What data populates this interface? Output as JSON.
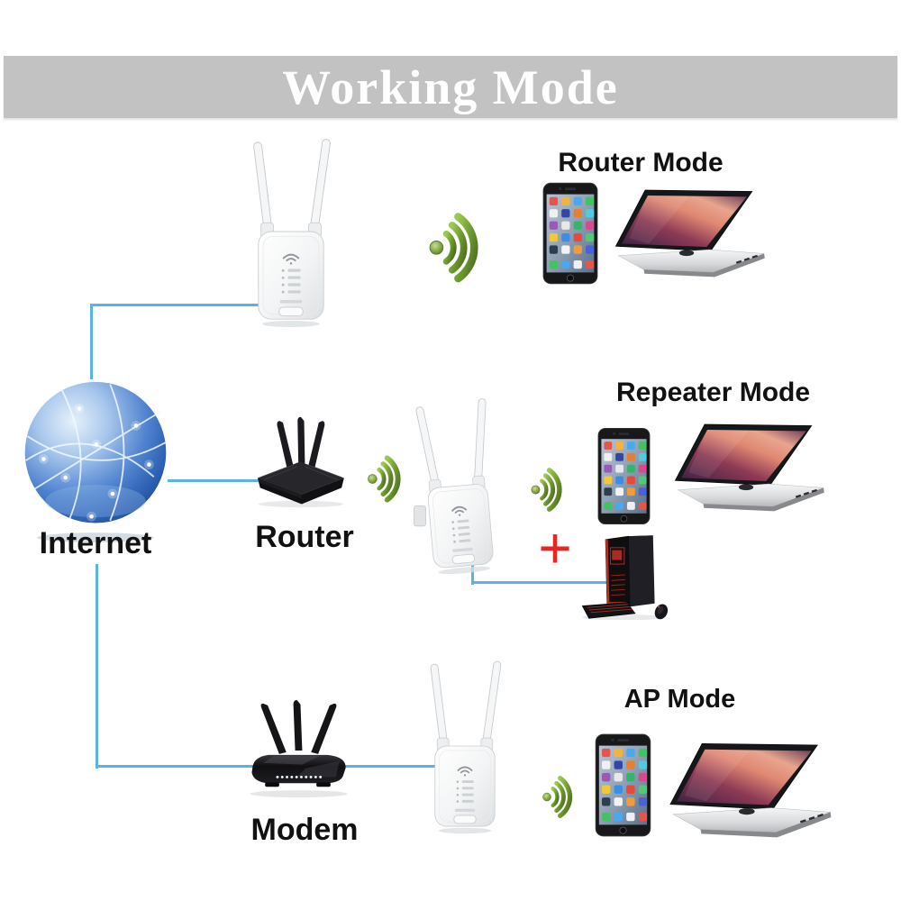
{
  "banner": {
    "title": "Working Mode"
  },
  "network": {
    "internet_label": "Internet",
    "router_label": "Router",
    "modem_label": "Modem",
    "plus_sign": "+"
  },
  "modes": {
    "router_mode": "Router Mode",
    "repeater_mode": "Repeater Mode",
    "ap_mode": "AP Mode"
  },
  "colors": {
    "banner_bg": "#c2c2c2",
    "banner_text": "#ffffff",
    "label_text": "#111111",
    "connection_line": "#5fb2e0",
    "wifi_green_dark": "#4a6b1a",
    "wifi_green_light": "#9cc94f",
    "plus_red": "#e8261f",
    "globe_blue": "#2a5cb0"
  },
  "icons": {
    "wifi": "wifi-signal-icon",
    "globe": "internet-globe-icon",
    "plus": "plus-icon"
  }
}
